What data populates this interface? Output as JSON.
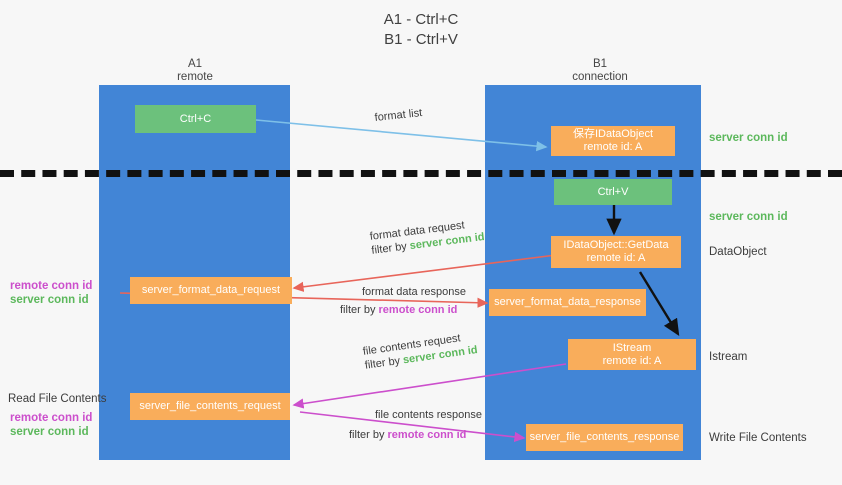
{
  "title": {
    "line1": "A1 - Ctrl+C",
    "line2": "B1 - Ctrl+V"
  },
  "columns": [
    {
      "name": "A1",
      "sub": "remote"
    },
    {
      "name": "B1",
      "sub": "connection"
    }
  ],
  "nodes": {
    "ctrl_c": {
      "label": "Ctrl+C"
    },
    "ctrl_v": {
      "label": "Ctrl+V"
    },
    "save_idataobject": {
      "line1": "保存IDataObject",
      "line2": "remote id: A"
    },
    "getdata": {
      "line1": "IDataObject::GetData",
      "line2": "remote id: A"
    },
    "istream": {
      "line1": "IStream",
      "line2": "remote id: A"
    },
    "server_format_data_request": {
      "label": "server_format_data_request"
    },
    "server_format_data_response": {
      "label": "server_format_data_response"
    },
    "server_file_contents_request": {
      "label": "server_file_contents_request"
    },
    "server_file_contents_response": {
      "label": "server_file_contents_response"
    }
  },
  "edges": {
    "format_list": {
      "label": "format list"
    },
    "format_data_request": {
      "label": "format data request",
      "filter_prefix": "filter by ",
      "filter_value": "server conn id"
    },
    "format_data_response": {
      "label": "format data response",
      "filter_prefix": "filter by ",
      "filter_value": "remote conn id"
    },
    "file_contents_request": {
      "label": "file contents request",
      "filter_prefix": "filter by ",
      "filter_value": "server conn id"
    },
    "file_contents_response": {
      "label": "file contents response",
      "filter_prefix": "filter by ",
      "filter_value": "remote conn id"
    }
  },
  "annotations": {
    "right_conn_id_1": "server conn id",
    "right_conn_id_2": "server conn id",
    "dataobject": "DataObject",
    "istream": "Istream",
    "write_file_contents": "Write File Contents",
    "left_remote_conn_id_1": "remote conn id",
    "left_server_conn_id_1": "server conn id",
    "read_file_contents": "Read File Contents",
    "left_remote_conn_id_2": "remote conn id",
    "left_server_conn_id_2": "server conn id"
  },
  "colors": {
    "background": "#f7f7f7",
    "lane": "#4285d6",
    "box_orange": "#f9ad5b",
    "box_green": "#6cc17c",
    "green_text": "#5cb85c",
    "magenta_text": "#cc4fcc",
    "arrow_blue": "#7ec0e8",
    "arrow_red": "#e8655a",
    "arrow_magenta": "#cc4fcc",
    "arrow_black": "#111111"
  }
}
